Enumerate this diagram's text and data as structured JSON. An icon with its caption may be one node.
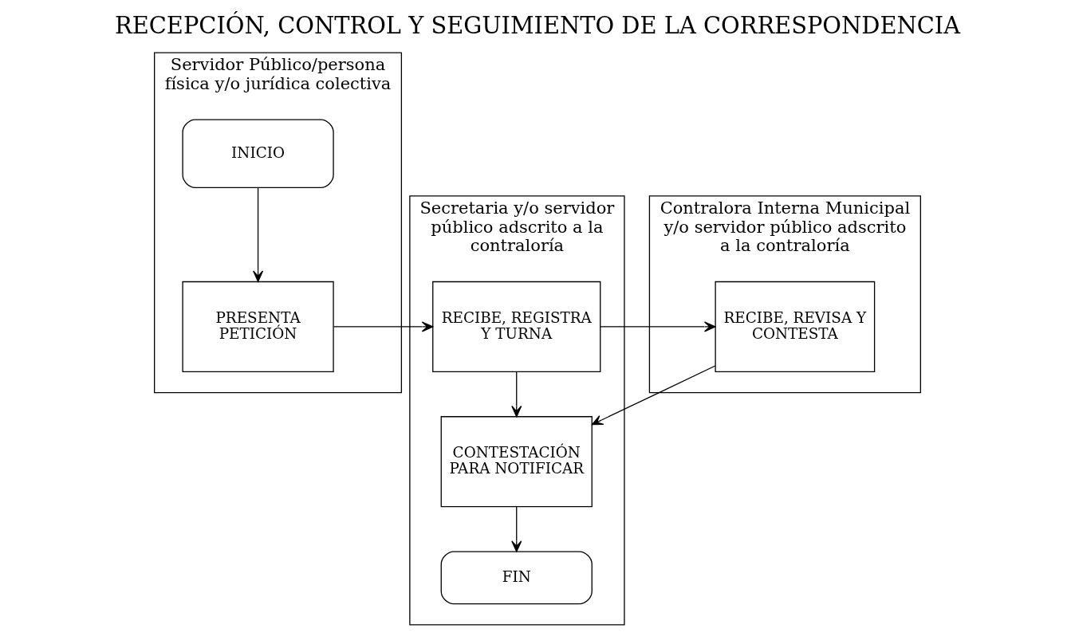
{
  "diagram": {
    "title": "RECEPCIÓN, CONTROL Y SEGUIMIENTO DE LA CORRESPONDENCIA",
    "nodes": [
      {
        "text": [
          "Servidor Público/persona física y/o jurídica colectiva"
        ]
      },
      {
        "text": [
          "INICIO"
        ],
        "in": 0
      },
      {
        "text": [
          "PRESENTA PETICIÓN"
        ],
        "in": 0
      },
      {
        "text": [
          "Secretaria y/o servidor público adscrito a la contraloría"
        ]
      },
      {
        "text": [
          "RECIBE, REGISTRA Y TURNA"
        ],
        "in": 3
      },
      {
        "text": [
          "CONTESTACIÓN PARA NOTIFICAR"
        ],
        "in": 3
      },
      {
        "text": [
          "FIN"
        ],
        "in": 3
      },
      {
        "text": [
          "Contralora Interna Municipal y/o servidor público adscrito a la contraloría"
        ]
      },
      {
        "text": [
          "RECIBE, REVISA Y CONTESTA"
        ],
        "in": 7
      }
    ],
    "edges": [
      {
        "from": 1,
        "to": 2,
        "arrow": "to"
      },
      {
        "from": 2,
        "to": 4,
        "arrow": "to"
      },
      {
        "from": 4,
        "to": 8,
        "arrow": "to"
      },
      {
        "from": 4,
        "to": 5,
        "arrow": "to"
      },
      {
        "from": 8,
        "to": 5,
        "arrow": "to"
      },
      {
        "from": 5,
        "to": 6,
        "arrow": "to"
      }
    ]
  }
}
